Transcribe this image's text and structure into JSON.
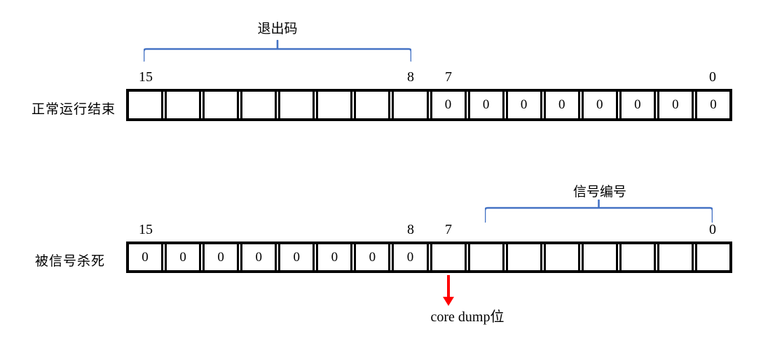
{
  "colors": {
    "line": "#000000",
    "brace": "#4472C4",
    "arrow": "#FF0000"
  },
  "diagram1": {
    "row_label": "正常运行结束",
    "brace_label": "退出码",
    "bit_markers": [
      "15",
      "8",
      "7",
      "0"
    ],
    "cells": [
      "",
      "",
      "",
      "",
      "",
      "",
      "",
      "",
      "0",
      "0",
      "0",
      "0",
      "0",
      "0",
      "0",
      "0"
    ]
  },
  "diagram2": {
    "row_label": "被信号杀死",
    "brace_label": "信号编号",
    "bit_markers": [
      "15",
      "8",
      "7",
      "0"
    ],
    "cells": [
      "0",
      "0",
      "0",
      "0",
      "0",
      "0",
      "0",
      "0",
      "",
      "",
      "",
      "",
      "",
      "",
      "",
      ""
    ],
    "arrow_label": "core dump位"
  }
}
